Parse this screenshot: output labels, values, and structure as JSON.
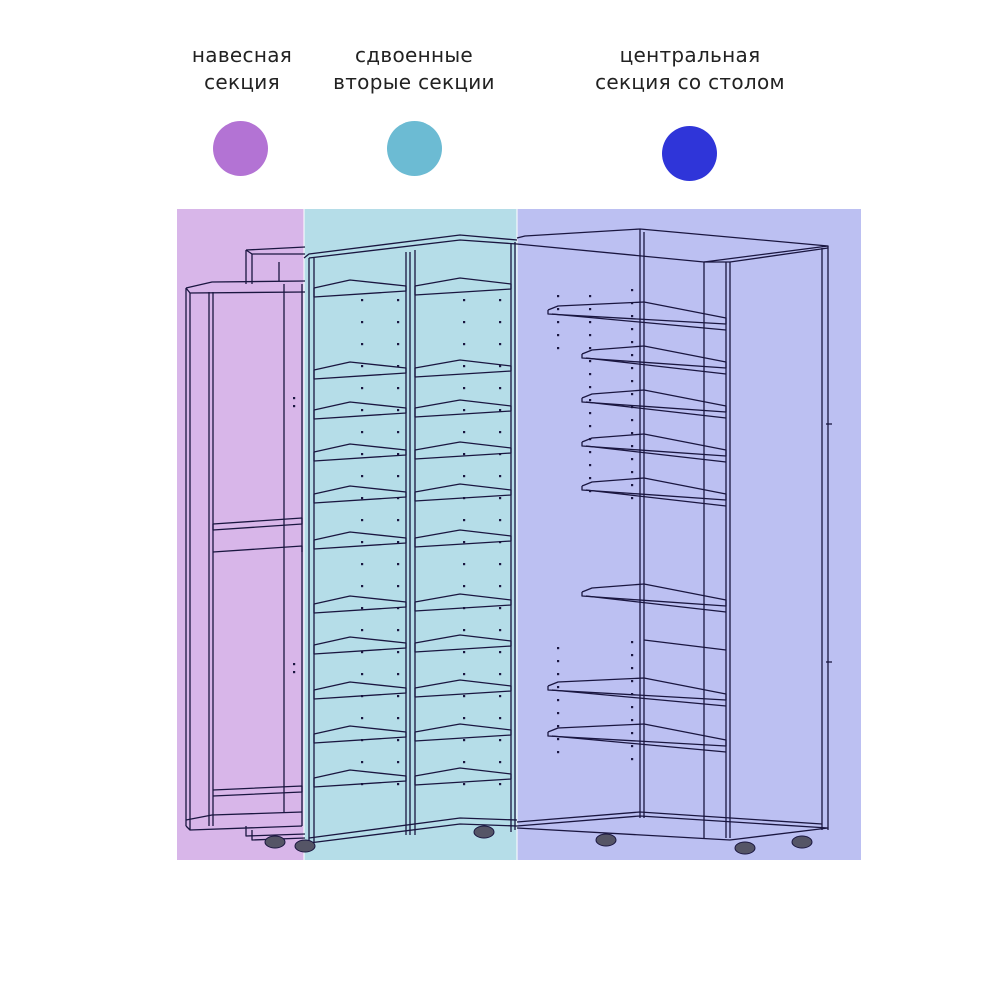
{
  "legend": [
    {
      "line1": "навесная",
      "line2": "секция",
      "color": "#b373d4"
    },
    {
      "line1": "сдвоенные",
      "line2": "вторые секции",
      "color": "#6cbbd3"
    },
    {
      "line1": "центральная",
      "line2": "секция со столом",
      "color": "#2f35d9"
    }
  ],
  "zones": [
    {
      "name": "hanging-section",
      "fill": "#d8b6e9"
    },
    {
      "name": "double-sections",
      "fill": "#b5dde8"
    },
    {
      "name": "central-section",
      "fill": "#bcc0f2"
    }
  ],
  "line_color": "#1a1640"
}
